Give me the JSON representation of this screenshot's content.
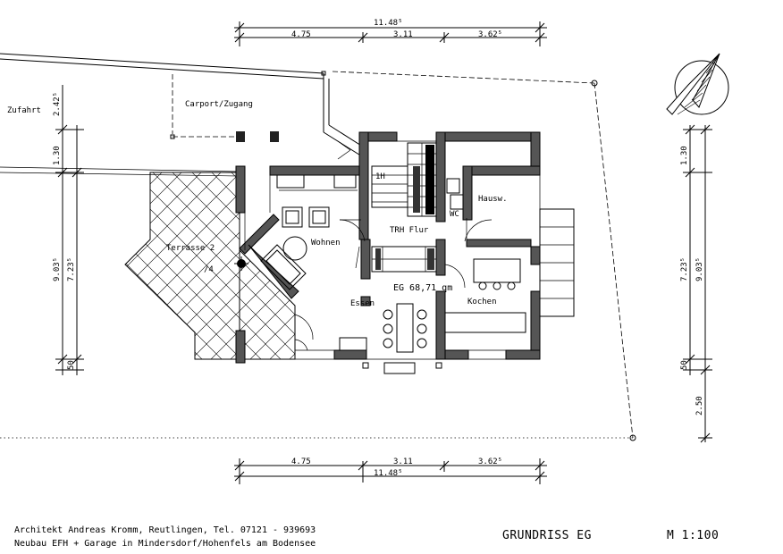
{
  "dimensions": {
    "top_total": "11.48⁵",
    "top_parts": [
      "4.75",
      "3.11",
      "3.62⁵"
    ],
    "bottom_parts": [
      "4.75",
      "3.11",
      "3.62⁵"
    ],
    "bottom_total": "11.48⁵",
    "left_outer": [
      "2.42⁵",
      "1.30",
      "9.03⁵",
      "50"
    ],
    "left_inner": "7.23⁵",
    "right_inner": [
      "1.30",
      "7.23⁵",
      "50"
    ],
    "right_outer": [
      "9.03⁵",
      "2.50"
    ]
  },
  "rooms": {
    "carport": "Carport/Zugang",
    "zufahrt": "Zufahrt",
    "terrasse": "Terrasse 2",
    "terrasse_slope": "/4",
    "wohnen": "Wohnen",
    "trh_flur": "TRH Flur",
    "hausw": "Hausw.",
    "wc": "WC",
    "essen": "Essen",
    "kochen": "Kochen",
    "area": "EG 68,71 qm",
    "stair_label": "1H"
  },
  "footer": {
    "architect": "Architekt Andreas Kromm, Reutlingen, Tel. 07121 - 939693",
    "project": "Neubau EFH + Garage in Mindersdorf/Hohenfels am Bodensee",
    "title": "GRUNDRISS EG",
    "scale": "M 1:100"
  }
}
